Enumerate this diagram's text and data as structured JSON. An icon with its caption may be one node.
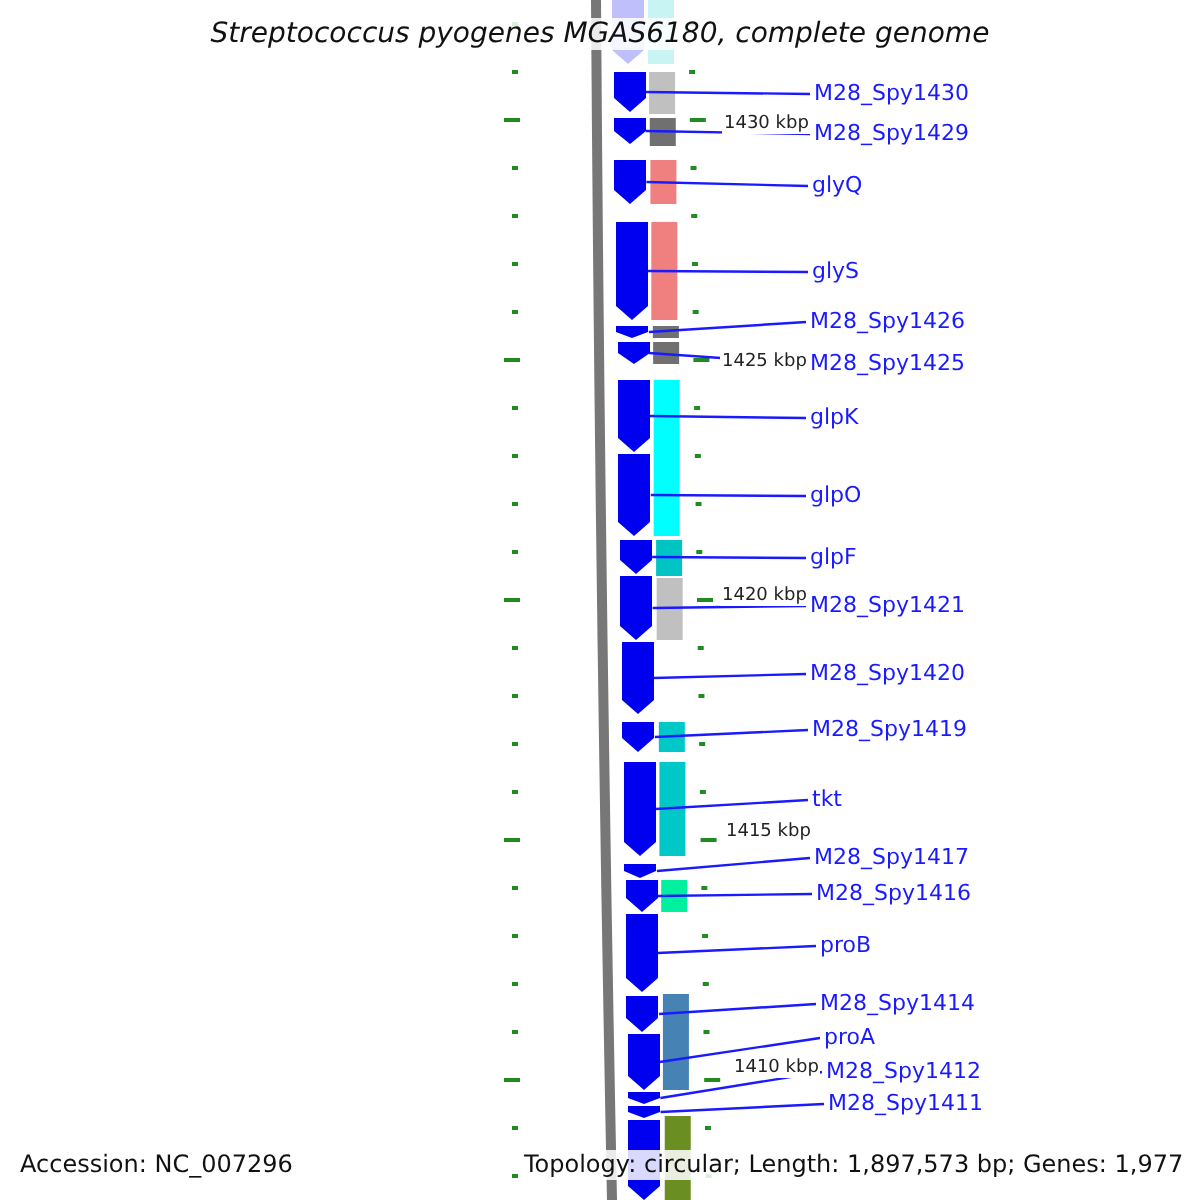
{
  "diagram": {
    "title": "Streptococcus pyogenes MGAS6180, complete genome",
    "nodes": [
      {
        "text": [
          "M28_Spy1430"
        ]
      },
      {
        "text": [
          "M28_Spy1429"
        ]
      },
      {
        "text": [
          "glyQ"
        ]
      },
      {
        "text": [
          "glyS"
        ]
      },
      {
        "text": [
          "M28_Spy1426"
        ]
      },
      {
        "text": [
          "M28_Spy1425"
        ]
      },
      {
        "text": [
          "glpK"
        ]
      },
      {
        "text": [
          "glpO"
        ]
      },
      {
        "text": [
          "glpF"
        ]
      },
      {
        "text": [
          "M28_Spy1421"
        ]
      },
      {
        "text": [
          "M28_Spy1420"
        ]
      },
      {
        "text": [
          "M28_Spy1419"
        ]
      },
      {
        "text": [
          "tkt"
        ]
      },
      {
        "text": [
          "M28_Spy1417"
        ]
      },
      {
        "text": [
          "M28_Spy1416"
        ]
      },
      {
        "text": [
          "proB"
        ]
      },
      {
        "text": [
          "M28_Spy1414"
        ]
      },
      {
        "text": [
          "proA"
        ]
      },
      {
        "text": [
          "M28_Spy1412"
        ]
      },
      {
        "text": [
          "M28_Spy1411"
        ]
      },
      {
        "text": [],
        "shape": "arrow"
      },
      {
        "text": [],
        "shape": "arrow"
      },
      {
        "text": [],
        "shape": "arrow"
      },
      {
        "text": [],
        "shape": "arrow"
      },
      {
        "text": [],
        "shape": "arrow"
      },
      {
        "text": [],
        "shape": "arrow"
      },
      {
        "text": [],
        "shape": "arrow"
      },
      {
        "text": [],
        "shape": "arrow"
      },
      {
        "text": [],
        "shape": "arrow"
      },
      {
        "text": [],
        "shape": "arrow"
      },
      {
        "text": [],
        "shape": "arrow"
      },
      {
        "text": [],
        "shape": "arrow"
      },
      {
        "text": [],
        "shape": "arrow"
      },
      {
        "text": [],
        "shape": "arrow"
      },
      {
        "text": [],
        "shape": "arrow"
      },
      {
        "text": [],
        "shape": "arrow"
      },
      {
        "text": [],
        "shape": "arrow"
      },
      {
        "text": [],
        "shape": "arrow"
      },
      {
        "text": [],
        "shape": "arrow"
      },
      {
        "text": [],
        "shape": "arrow"
      },
      {
        "text": [],
        "shape": "arrow"
      },
      {
        "text": [],
        "shape": "arrow"
      }
    ],
    "edges": [
      {
        "from": 0,
        "to": 21,
        "arrow": "none"
      },
      {
        "from": 1,
        "to": 22,
        "arrow": "none"
      },
      {
        "from": 2,
        "to": 23,
        "arrow": "none"
      },
      {
        "from": 3,
        "to": 24,
        "arrow": "none"
      },
      {
        "from": 4,
        "to": 25,
        "arrow": "none"
      },
      {
        "from": 5,
        "to": 26,
        "arrow": "none"
      },
      {
        "from": 6,
        "to": 27,
        "arrow": "none"
      },
      {
        "from": 7,
        "to": 28,
        "arrow": "none"
      },
      {
        "from": 8,
        "to": 29,
        "arrow": "none"
      },
      {
        "from": 9,
        "to": 30,
        "arrow": "none"
      },
      {
        "from": 10,
        "to": 31,
        "arrow": "none"
      },
      {
        "from": 11,
        "to": 32,
        "arrow": "none"
      },
      {
        "from": 12,
        "to": 33,
        "arrow": "none"
      },
      {
        "from": 13,
        "to": 34,
        "arrow": "none"
      },
      {
        "from": 14,
        "to": 35,
        "arrow": "none"
      },
      {
        "from": 15,
        "to": 36,
        "arrow": "none"
      },
      {
        "from": 16,
        "to": 37,
        "arrow": "none"
      },
      {
        "from": 17,
        "to": 38,
        "arrow": "none"
      },
      {
        "from": 18,
        "to": 39,
        "arrow": "none"
      },
      {
        "from": 19,
        "to": 40,
        "arrow": "none"
      }
    ],
    "labels": [
      "1430 kbp",
      "1425 kbp",
      "1420 kbp",
      "1415 kbp",
      "1410 kbp",
      "Accession: NC_007296",
      "Topology: circular; Length: 1,897,573 bp; Genes: 1,977"
    ]
  }
}
